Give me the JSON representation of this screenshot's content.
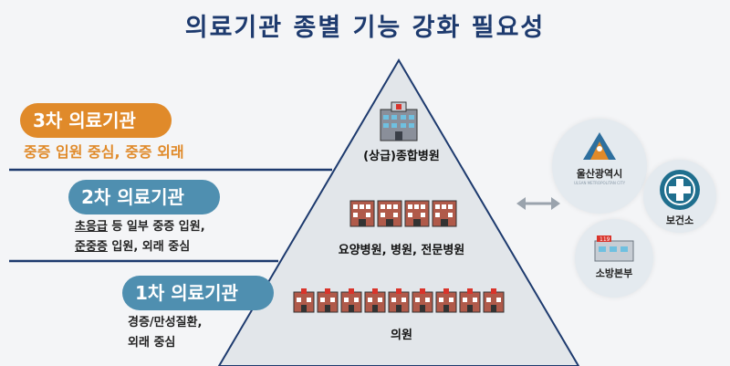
{
  "title": "의료기관 종별 기능 강화 필요성",
  "tiers": [
    {
      "label": "3차 의료기관",
      "description": "중증 입원 중심, 중증 외래",
      "hospital": "(상급)종합병원",
      "color": "#e08a2a"
    },
    {
      "label": "2차 의료기관",
      "description_line1_a": "초응급",
      "description_line1_b": " 등 일부 중증 입원,",
      "description_line2_a": "준중증",
      "description_line2_b": " 입원, 외래 중심",
      "hospital": "요양병원, 병원, 전문병원",
      "color": "#4f8fb0"
    },
    {
      "label": "1차 의료기관",
      "description_line1": "경증/만성질환,",
      "description_line2": "외래 중심",
      "hospital": "의원",
      "color": "#4f8fb0"
    }
  ],
  "partners": {
    "ulsan": {
      "name": "울산광역시",
      "sub": "ULSAN METROPOLITAN CITY"
    },
    "health": {
      "name": "보건소"
    },
    "fire": {
      "name": "소방본부",
      "sign": "119"
    }
  },
  "colors": {
    "title": "#1d3a6e",
    "line": "#1d3a6e",
    "pyramid": "#dfe3e8"
  }
}
